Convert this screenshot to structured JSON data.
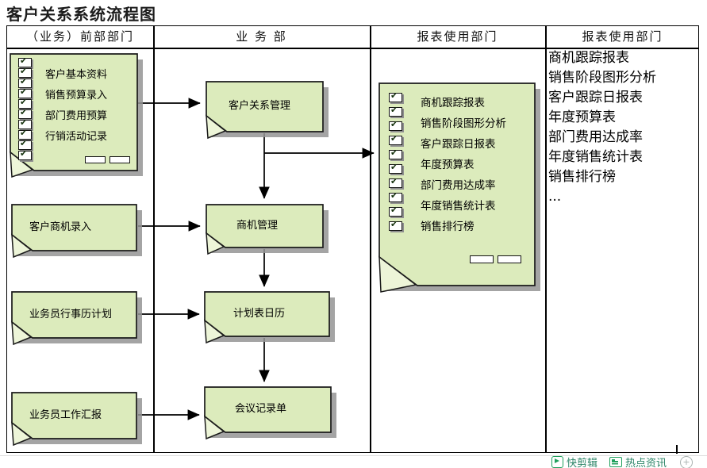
{
  "title": "客户关系系统流程图",
  "table": {
    "headers": [
      "（业务）前部部门",
      "业 务 部",
      "报表使用部门",
      "报表使用部门"
    ]
  },
  "front_dept": {
    "data_entry_note": {
      "items": [
        "客户基本资料",
        "销售预算录入",
        "部门费用预算",
        "行销活动记录"
      ],
      "checkbox_count": 10
    },
    "opportunity_note_label": "客户商机录入",
    "calendar_note_label": "业务员行事历计划",
    "work_report_note_label": "业务员工作汇报"
  },
  "business_dept": {
    "crm_note_label": "客户关系管理",
    "opportunity_mgmt_note_label": "商机管理",
    "plan_calendar_note_label": "计划表日历",
    "meeting_record_note_label": "会议记录单"
  },
  "report_dept": {
    "report_note": {
      "items": [
        "商机跟踪报表",
        "销售阶段图形分析",
        "客户跟踪日报表",
        "年度预算表",
        "部门费用达成率",
        "年度销售统计表",
        "销售排行榜"
      ],
      "checkbox_count": 10
    }
  },
  "report_list": {
    "items": [
      "商机跟踪报表",
      "销售阶段图形分析",
      "客户跟踪日报表",
      "年度预算表",
      "部门费用达成率",
      "年度销售统计表",
      "销售排行榜",
      "..."
    ]
  },
  "toolbar": {
    "quick_clip": "快剪辑",
    "hot_news": "热点资讯"
  },
  "colors": {
    "note-fill": "#dcebbc",
    "note-fold": "#edf5d8",
    "note-shadow": "#949494",
    "note-border": "#1a1a1a",
    "toolbar-green": "#1fa05c",
    "toolbar-text": "#2b8467"
  }
}
